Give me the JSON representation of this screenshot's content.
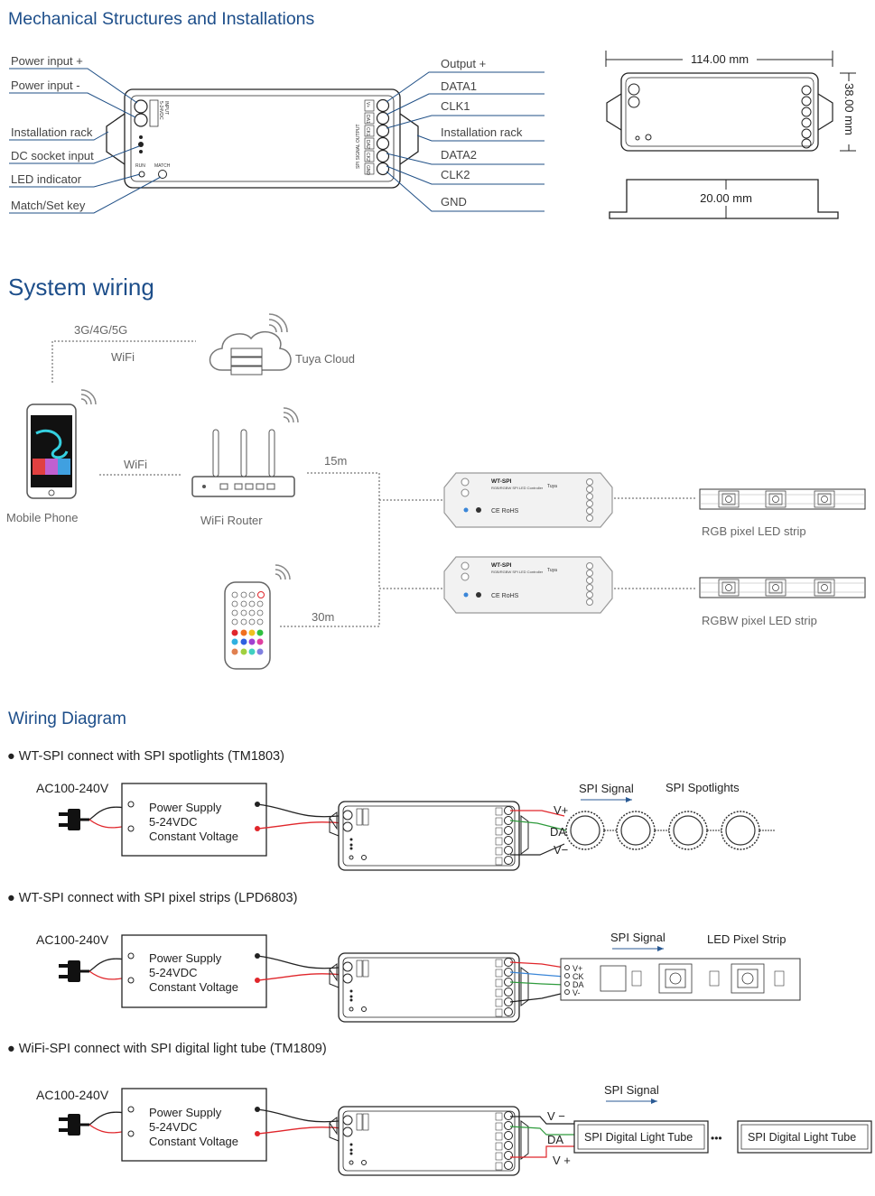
{
  "sections": {
    "mechanical": "Mechanical Structures and Installations",
    "system": "System wiring",
    "wiring": "Wiring Diagram"
  },
  "mechanical": {
    "left_labels": [
      "Power input +",
      "Power input -",
      "Installation rack",
      "DC socket input",
      "LED indicator",
      "Match/Set key"
    ],
    "right_labels": [
      "Output +",
      "DATA1",
      "CLK1",
      "Installation rack",
      "DATA2",
      "CLK2",
      "GND"
    ],
    "device_input": "INPUT",
    "device_voltage": "5-24VDC",
    "device_run": "RUN",
    "device_match": "MATCH",
    "device_spi": "SPI SIGNAL OUTPUT",
    "device_terminals": [
      "V+",
      "DA1",
      "CK1",
      "DA2",
      "CK2",
      "GND"
    ],
    "dim_length": "114.00 mm",
    "dim_width": "38.00 mm",
    "dim_height": "20.00 mm"
  },
  "system": {
    "network": "3G/4G/5G",
    "wifi_top": "WiFi",
    "cloud": "Tuya Cloud",
    "wifi_mid": "WiFi",
    "phone": "Mobile Phone",
    "router": "WiFi Router",
    "dist_15": "15m",
    "dist_30": "30m",
    "ctrl_model": "WT-SPI",
    "ctrl_desc": "RGB/RGBW SPI LED Controller",
    "ctrl_brand": "Tuya",
    "ctrl_marks": "CE RoHS",
    "strip_rgb": "RGB pixel LED strip",
    "strip_rgbw": "RGBW pixel LED strip"
  },
  "wiring": {
    "ac": "AC100-240V",
    "psu_line1": "Power Supply",
    "psu_line2": "5-24VDC",
    "psu_line3": "Constant Voltage",
    "d1": {
      "title": "● WT-SPI connect with SPI spotlights (TM1803)",
      "signal": "SPI Signal",
      "target": "SPI Spotlights",
      "vplus": "V+",
      "da": "DA",
      "vminus": "V−"
    },
    "d2": {
      "title": "● WT-SPI connect with SPI pixel strips (LPD6803)",
      "signal": "SPI Signal",
      "target": "LED Pixel Strip",
      "pins": [
        "V+",
        "CK",
        "DA",
        "V-"
      ]
    },
    "d3": {
      "title": "● WiFi-SPI connect with SPI digital light tube (TM1809)",
      "signal": "SPI Signal",
      "vminus": "V −",
      "da": "DA",
      "vplus": "V +",
      "tube": "SPI Digital Light Tube",
      "dots": "•••"
    }
  },
  "colors": {
    "title": "#1d4e8a",
    "red": "#e0262b",
    "green": "#2e9b3c",
    "blue": "#3a86d8",
    "line": "#1f4f86"
  }
}
